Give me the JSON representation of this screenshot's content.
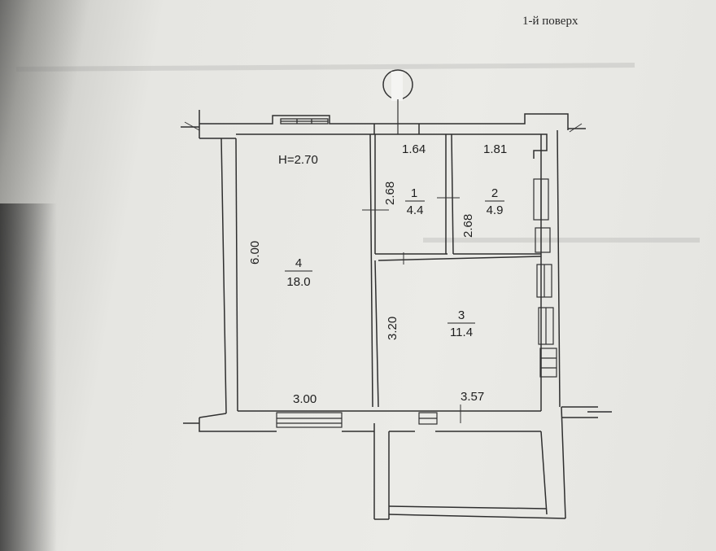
{
  "header": {
    "floor_label": "1-й поверх"
  },
  "plan": {
    "ceiling_height": "H=2.70",
    "rooms": [
      {
        "number": "1",
        "area": "4.4"
      },
      {
        "number": "2",
        "area": "4.9"
      },
      {
        "number": "3",
        "area": "11.4"
      },
      {
        "number": "4",
        "area": "18.0"
      }
    ],
    "dimensions": {
      "room1_width": "1.64",
      "room1_height": "2.68",
      "room2_width": "1.81",
      "room2_height": "2.68",
      "room3_height": "3.20",
      "room3_width": "3.57",
      "room4_height": "6.00",
      "room4_width": "3.00"
    }
  }
}
